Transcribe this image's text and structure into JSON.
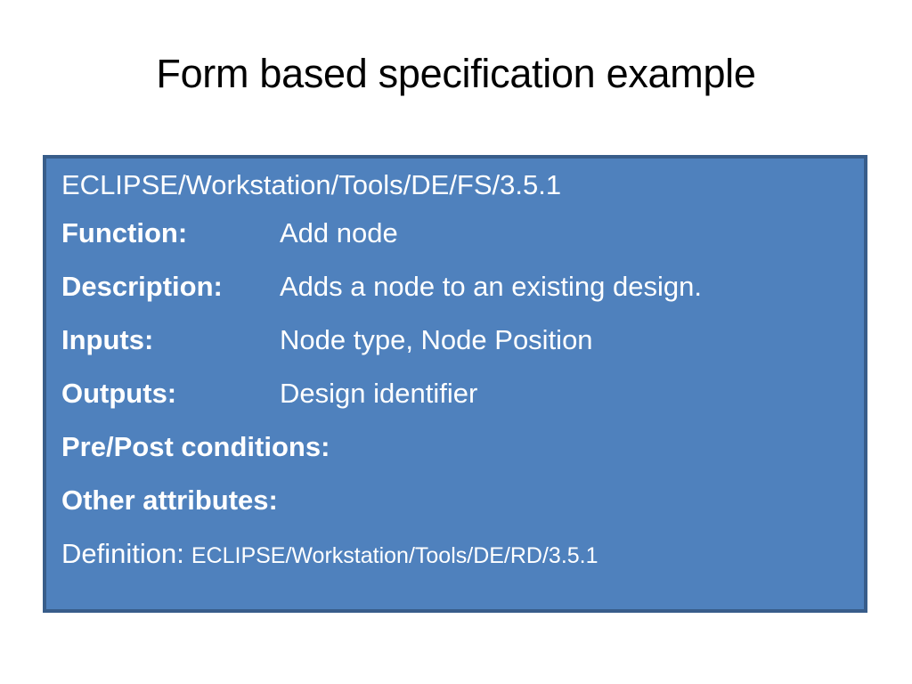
{
  "slide": {
    "title": "Form based specification example",
    "spec": {
      "identifier": "ECLIPSE/Workstation/Tools/DE/FS/3.5.1",
      "rows": [
        {
          "label": "Function:",
          "value": "Add node"
        },
        {
          "label": "Description:",
          "value": "Adds a node to an existing design."
        },
        {
          "label": "Inputs:",
          "value": "Node type, Node Position"
        },
        {
          "label": "Outputs:",
          "value": "Design identifier"
        }
      ],
      "standalone_labels": [
        "Pre/Post conditions:",
        "Other attributes:"
      ],
      "definition": {
        "label": "Definition:",
        "path": "ECLIPSE/Workstation/Tools/DE/RD/3.5.1"
      }
    }
  },
  "colors": {
    "box_fill": "#4F81BD",
    "box_border": "#385D8A",
    "box_text": "#FFFFFF",
    "title_text": "#000000",
    "page_background": "#FFFFFF"
  }
}
